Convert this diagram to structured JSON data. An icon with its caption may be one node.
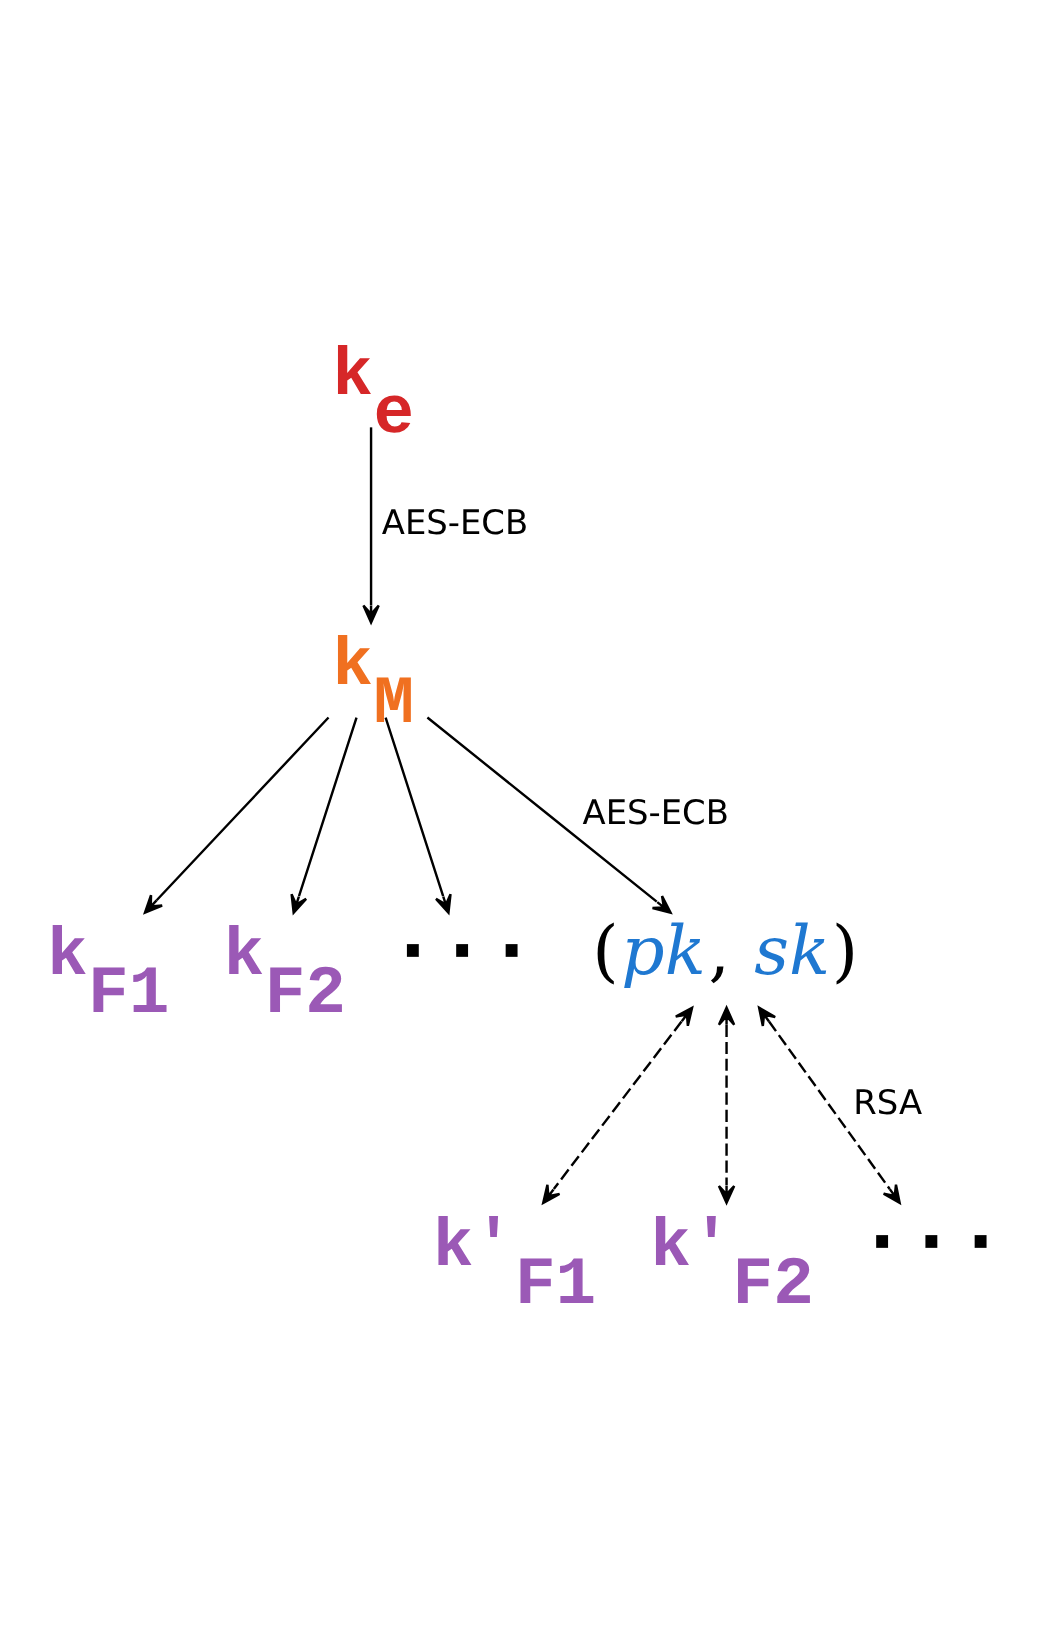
{
  "diagram": {
    "nodes": [
      {
        "text": [
          "k$_{e}$"
        ]
      },
      {
        "text": [
          "k$_{M}$"
        ]
      },
      {
        "text": [
          "k$_{F1}$"
        ]
      },
      {
        "text": [
          "k$_{F2}$"
        ]
      },
      {
        "text": [
          "· · ·"
        ]
      },
      {
        "text": [
          "(*pk*, *sk*)"
        ]
      },
      {
        "text": [
          "k′$_{F1}$"
        ]
      },
      {
        "text": [
          "k′$_{F2}$"
        ]
      },
      {
        "text": [
          "· · ·"
        ]
      }
    ],
    "edges": [
      {
        "from": 0,
        "to": 1,
        "arrow": "to",
        "label": "AES-ECB"
      },
      {
        "from": 1,
        "to": 2,
        "arrow": "to"
      },
      {
        "from": 1,
        "to": 3,
        "arrow": "to"
      },
      {
        "from": 1,
        "to": 4,
        "arrow": "to"
      },
      {
        "from": 1,
        "to": 5,
        "arrow": "to",
        "label": "AES-ECB"
      },
      {
        "from": 5,
        "to": 6,
        "arrow": "both",
        "style": "dashed"
      },
      {
        "from": 5,
        "to": 7,
        "arrow": "both",
        "style": "dashed"
      },
      {
        "from": 5,
        "to": 8,
        "arrow": "both",
        "style": "dashed",
        "label": "RSA"
      }
    ]
  }
}
